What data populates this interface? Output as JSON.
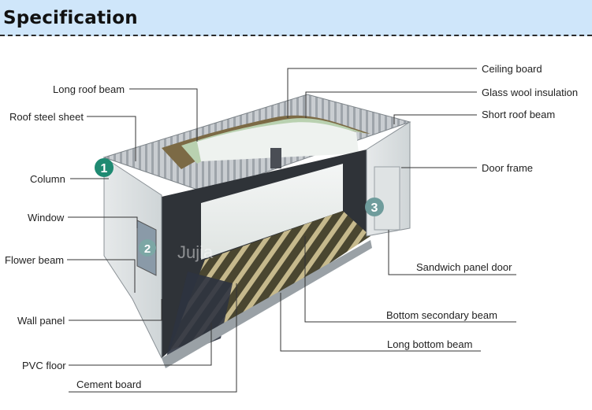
{
  "header": {
    "title": "Specification"
  },
  "watermark": "Jujia",
  "markers": [
    "1",
    "2",
    "3"
  ],
  "labels": {
    "ceiling_board": "Ceiling board",
    "long_roof_beam": "Long roof beam",
    "glass_wool_insulation": "Glass wool insulation",
    "roof_steel_sheet": "Roof steel sheet",
    "short_roof_beam": "Short roof beam",
    "column": "Column",
    "door_frame": "Door frame",
    "window": "Window",
    "flower_beam": "Flower beam",
    "sandwich_panel_door": "Sandwich panel door",
    "wall_panel": "Wall panel",
    "bottom_secondary_beam": "Bottom secondary beam",
    "long_bottom_beam": "Long bottom beam",
    "pvc_floor": "PVC floor",
    "cement_board": "Cement board"
  }
}
